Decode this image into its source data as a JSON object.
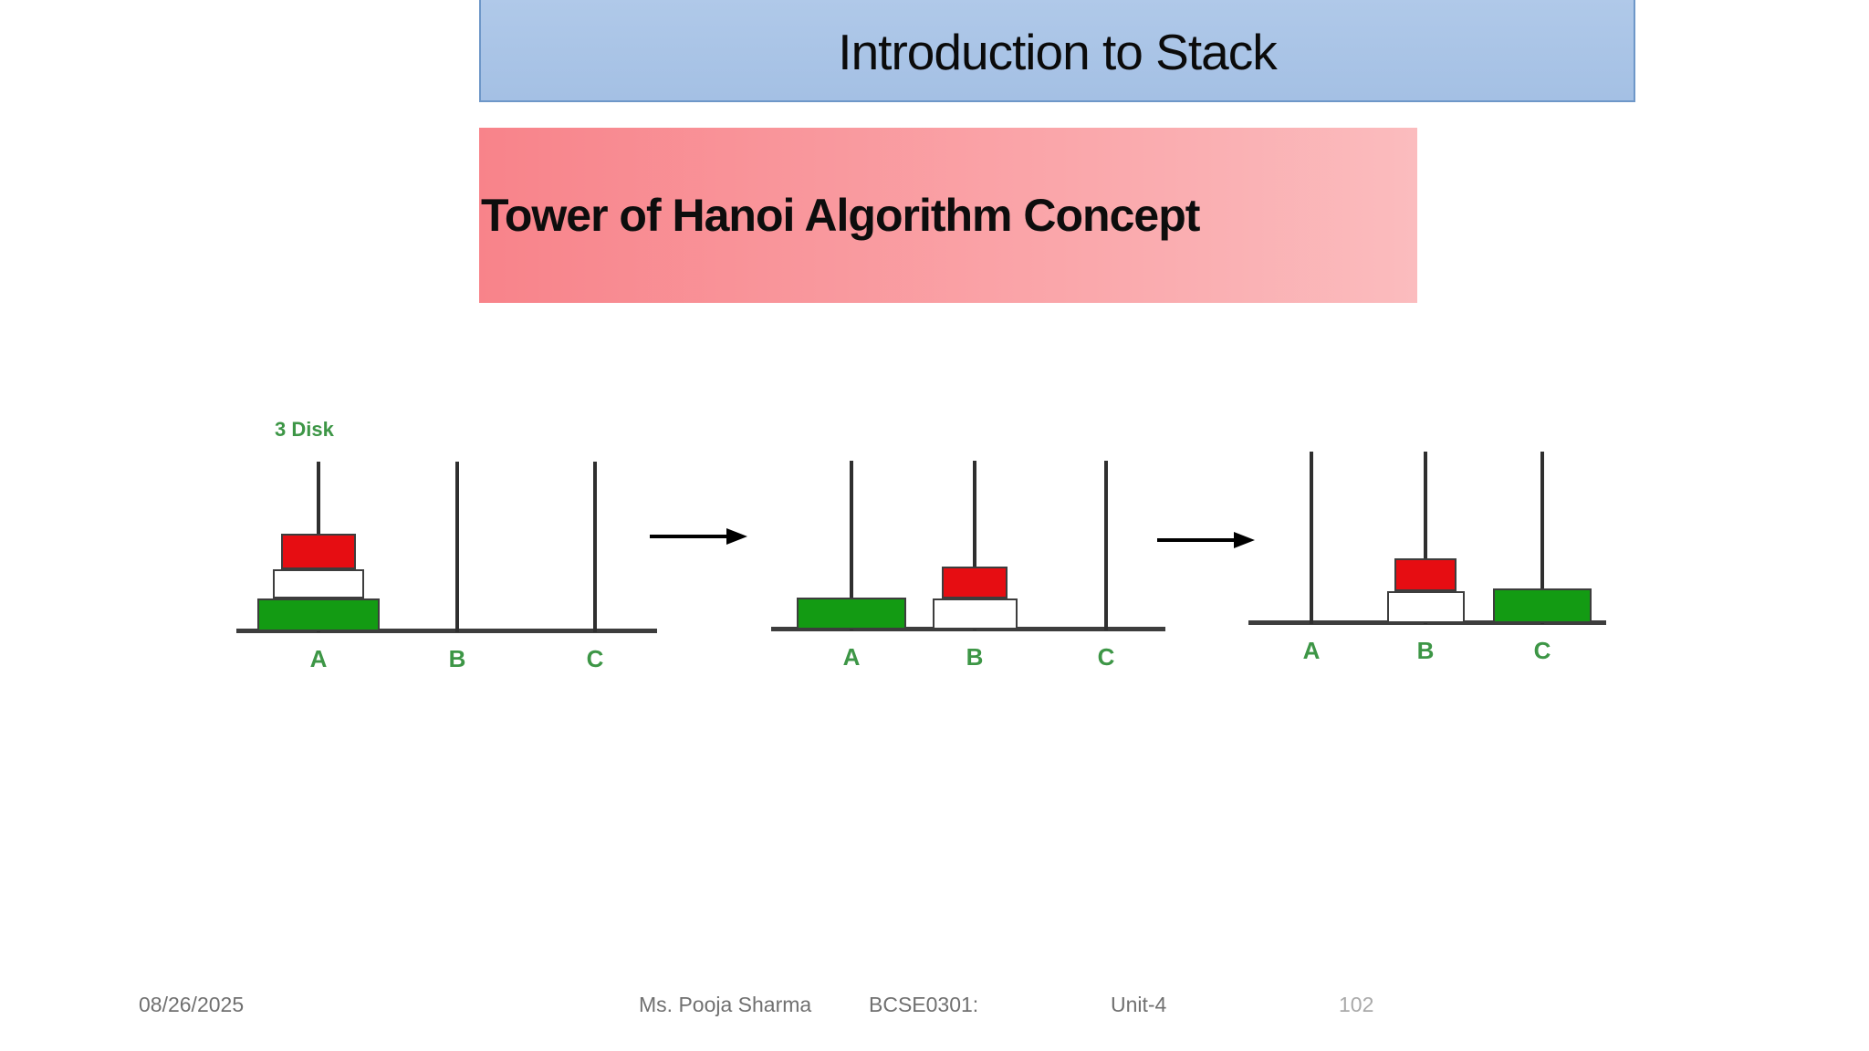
{
  "slide": {
    "title": "Introduction to Stack",
    "subtitle": "Tower of Hanoi Algorithm Concept",
    "footer": {
      "date": "08/26/2025",
      "author": "Ms. Pooja Sharma",
      "course_code": "BCSE0301:",
      "unit": "Unit-4",
      "page_number": "102"
    }
  },
  "theme": {
    "text_color": "#000000",
    "title_bar_fill_top": "#b0c9e9",
    "title_bar_fill_bottom": "#a4c0e4",
    "title_bar_border": "#6e97c8",
    "subtitle_fill_left": "#f8838a",
    "subtitle_fill_right": "#fbbcbe",
    "disk_red": "#e60d12",
    "disk_green": "#139b13",
    "disk_white": "#ffffff",
    "disk_border": "#3d3d3d",
    "peg_color": "#2f2f2f",
    "baseline_color": "#3d3d3d",
    "diagram_label_green": "#3d9646",
    "arrow_color": "#000000",
    "footer_text_color": "#707070",
    "page_number_color": "#a9a9a9"
  },
  "diagram": {
    "disk_count_label": "3 Disk",
    "stages": [
      {
        "pegs": [
          {
            "label": "A",
            "disks": [
              "green",
              "white",
              "red"
            ]
          },
          {
            "label": "B",
            "disks": []
          },
          {
            "label": "C",
            "disks": []
          }
        ]
      },
      {
        "pegs": [
          {
            "label": "A",
            "disks": [
              "green"
            ]
          },
          {
            "label": "B",
            "disks": [
              "white",
              "red"
            ]
          },
          {
            "label": "C",
            "disks": []
          }
        ]
      },
      {
        "pegs": [
          {
            "label": "A",
            "disks": []
          },
          {
            "label": "B",
            "disks": [
              "white",
              "red"
            ]
          },
          {
            "label": "C",
            "disks": [
              "green"
            ]
          }
        ]
      }
    ]
  }
}
